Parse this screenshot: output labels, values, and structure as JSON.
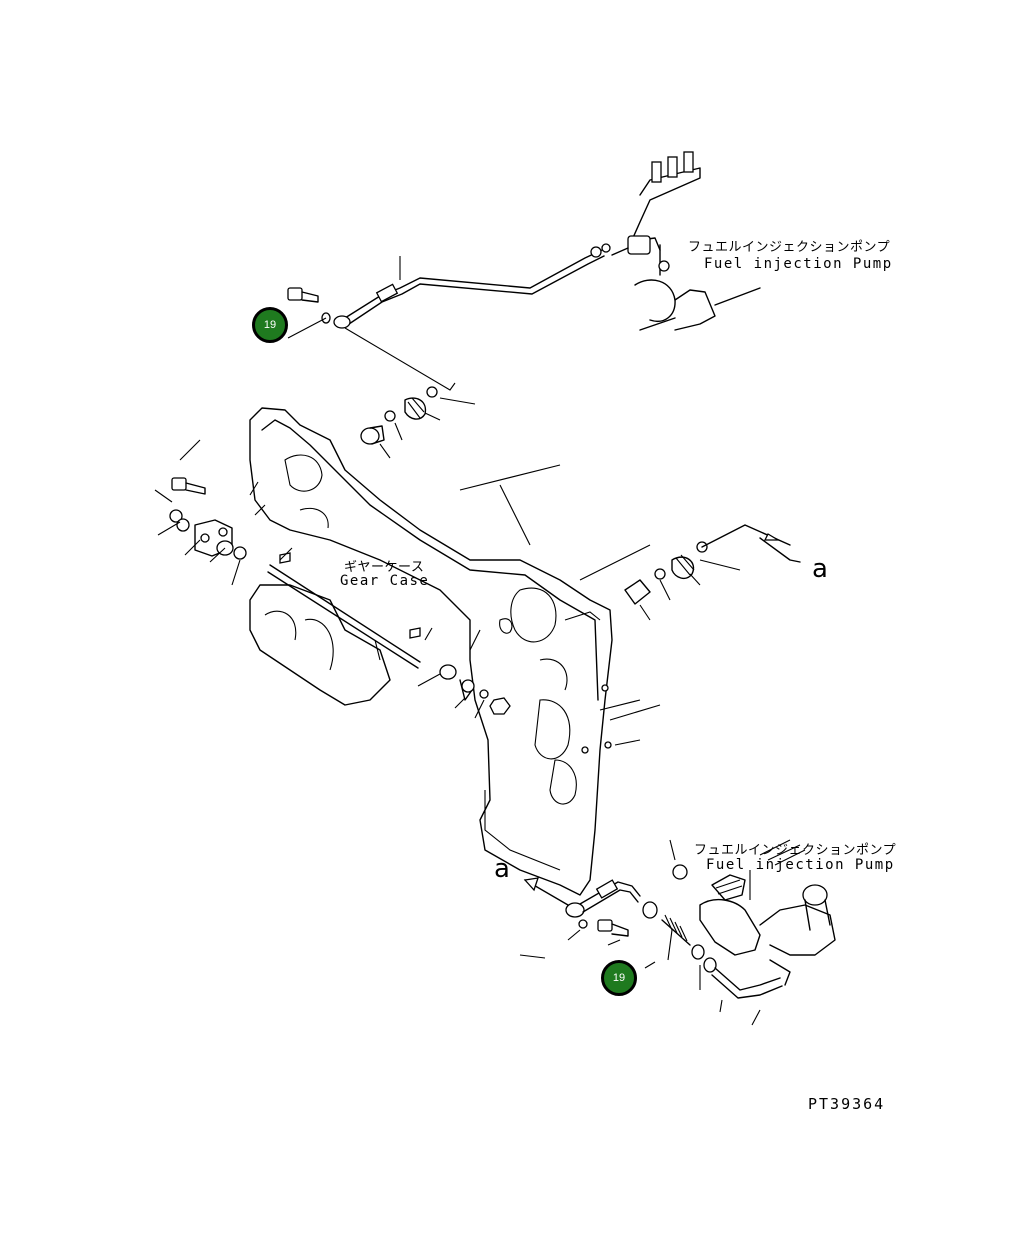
{
  "labels": {
    "pump_upper_jp": "フュエルインジェクションポンプ",
    "pump_upper_en": "Fuel injection Pump",
    "gear_case_jp": "ギヤーケース",
    "gear_case_en": "Gear Case",
    "ref_a_right": "a",
    "ref_a_lower": "a",
    "pump_lower_jp": "フュエルインジェクションポンプ",
    "pump_lower_en": "Fuel injection Pump",
    "drawing_code": "PT39364"
  },
  "callouts": [
    {
      "number": "19"
    },
    {
      "number": "19"
    }
  ],
  "colors": {
    "callout_fill": "#1f7a1f",
    "line": "#000000"
  }
}
